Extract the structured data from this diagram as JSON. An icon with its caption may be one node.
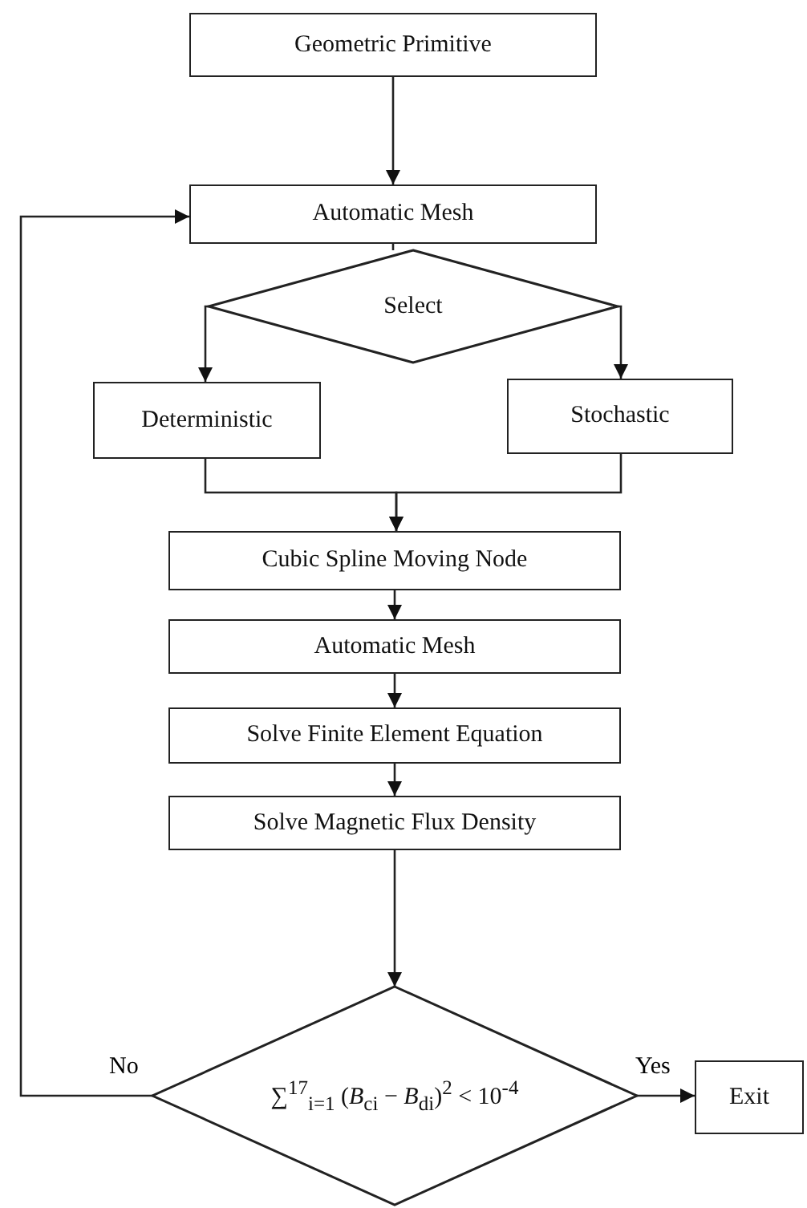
{
  "diagram": {
    "nodes": [
      {
        "text": [
          "Geometric Primitive"
        ]
      },
      {
        "text": [
          "Automatic Mesh"
        ]
      },
      {
        "text": [
          "Select"
        ]
      },
      {
        "text": [
          "Deterministic"
        ]
      },
      {
        "text": [
          "Stochastic"
        ]
      },
      {
        "text": [
          "Cubic Spline Moving Node"
        ]
      },
      {
        "text": [
          "Automatic Mesh"
        ]
      },
      {
        "text": [
          "Solve Finite Element Equation"
        ]
      },
      {
        "text": [
          "Solve Magnetic Flux Density"
        ]
      },
      {
        "text": [
          "∑$^{17}$$_{i=1}$ (*B*$_{ci}$ − *B*$_{di}$)$^{2}$ < 10$^{-4}$"
        ]
      },
      {
        "text": [
          "Exit"
        ]
      }
    ],
    "edges": [
      {
        "from": 0,
        "to": 1,
        "arrow": "to"
      },
      {
        "from": 1,
        "to": 2,
        "arrow": "none"
      },
      {
        "from": 2,
        "to": 3,
        "arrow": "to"
      },
      {
        "from": 2,
        "to": 4,
        "arrow": "to"
      },
      {
        "from": 3,
        "to": 5,
        "arrow": "to"
      },
      {
        "from": 4,
        "to": 5,
        "arrow": "to"
      },
      {
        "from": 5,
        "to": 6,
        "arrow": "to"
      },
      {
        "from": 6,
        "to": 7,
        "arrow": "to"
      },
      {
        "from": 7,
        "to": 8,
        "arrow": "to"
      },
      {
        "from": 8,
        "to": 9,
        "arrow": "to"
      },
      {
        "from": 9,
        "to": 10,
        "arrow": "to",
        "label": "Yes"
      },
      {
        "from": 9,
        "to": 1,
        "arrow": "to",
        "label": "No"
      }
    ]
  }
}
